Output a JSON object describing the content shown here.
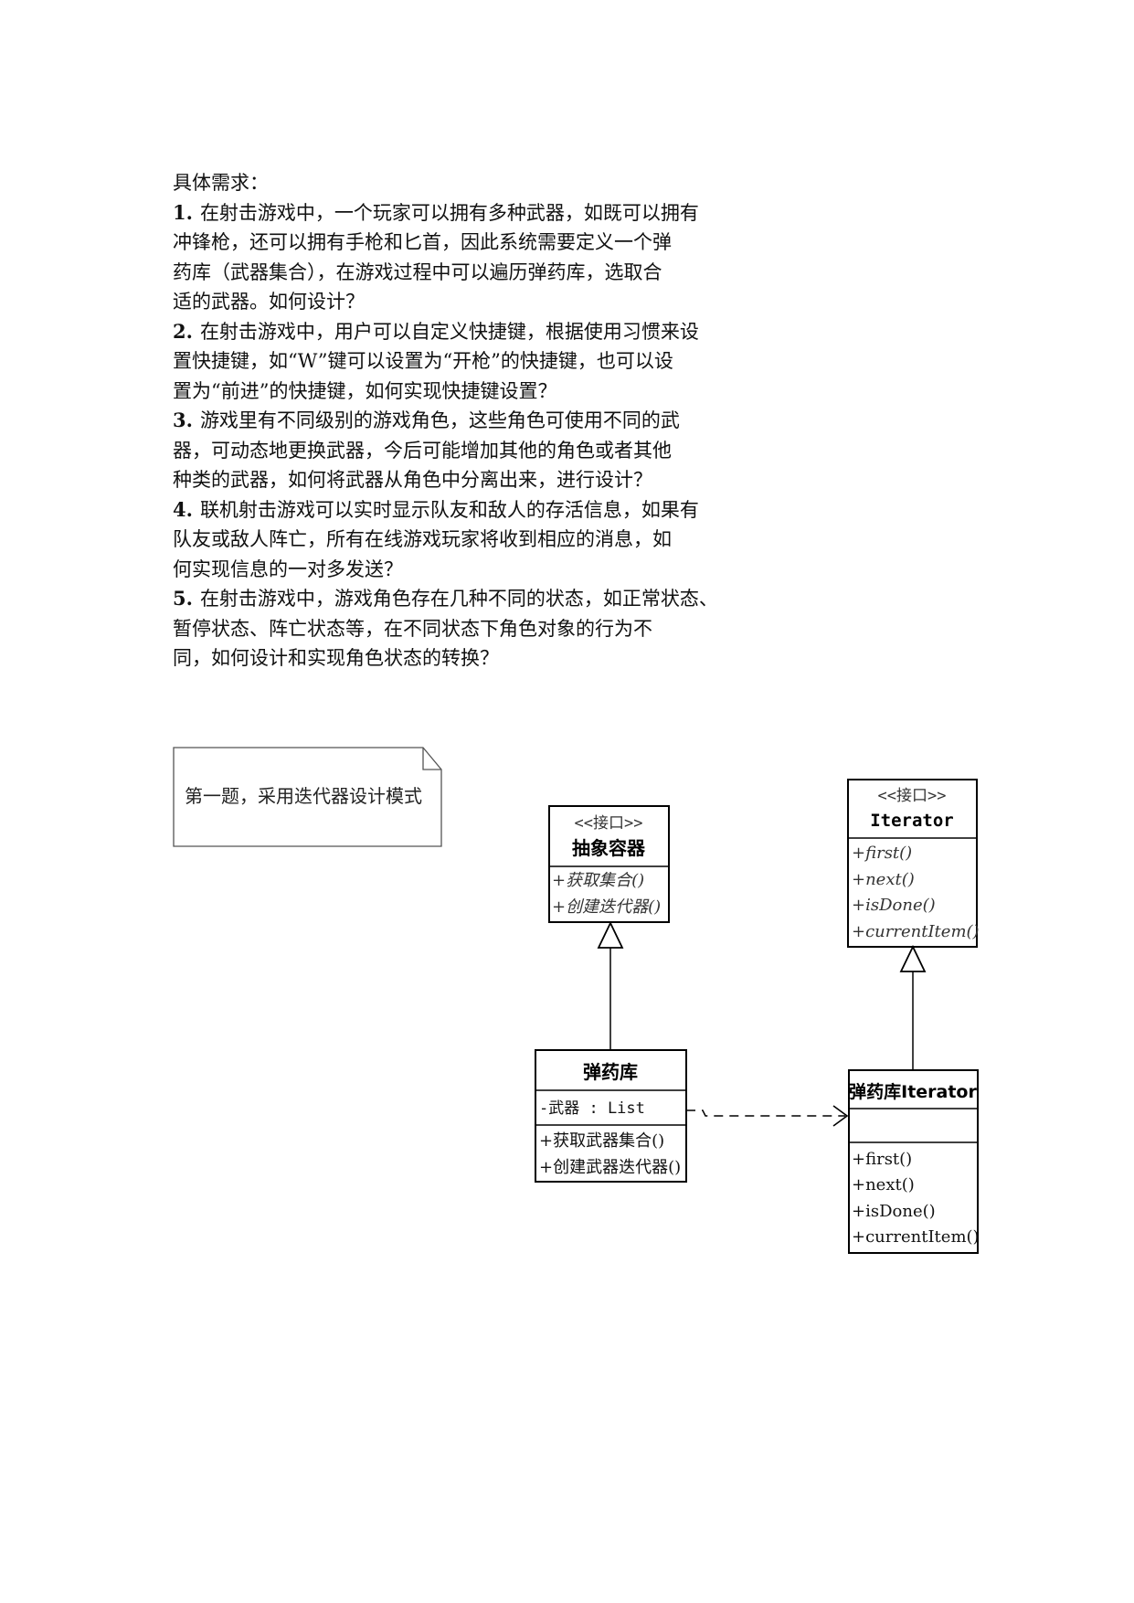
{
  "requirements": {
    "heading": "具体需求：",
    "items": [
      {
        "number": "1.",
        "lines": [
          "在射击游戏中，一个玩家可以拥有多种武器，如既可以拥有",
          "冲锋枪，还可以拥有手枪和匕首，因此系统需要定义一个弹",
          "药库（武器集合），在游戏过程中可以遍历弹药库，选取合",
          "适的武器。如何设计？"
        ]
      },
      {
        "number": "2.",
        "lines": [
          "在射击游戏中，用户可以自定义快捷键，根据使用习惯来设",
          "置快捷键，如“W”键可以设置为“开枪”的快捷键，也可以设",
          "置为“前进”的快捷键，如何实现快捷键设置？"
        ]
      },
      {
        "number": "3.",
        "lines": [
          "游戏里有不同级别的游戏角色，这些角色可使用不同的武",
          "器，可动态地更换武器，今后可能增加其他的角色或者其他",
          "种类的武器，如何将武器从角色中分离出来，进行设计？"
        ]
      },
      {
        "number": "4.",
        "lines": [
          "联机射击游戏可以实时显示队友和敌人的存活信息，如果有",
          "队友或敌人阵亡，所有在线游戏玩家将收到相应的消息，如",
          "何实现信息的一对多发送？"
        ]
      },
      {
        "number": "5.",
        "lines": [
          "在射击游戏中，游戏角色存在几种不同的状态，如正常状态、",
          "暂停状态、阵亡状态等，在不同状态下角色对象的行为不",
          "同，如何设计和实现角色状态的转换？"
        ]
      }
    ]
  },
  "diagram": {
    "note": "第一题，采用迭代器设计模式",
    "aggregate_interface": {
      "stereotype": "<<接口>>",
      "name": "抽象容器",
      "operations": [
        "+获取集合()",
        "+创建迭代器()"
      ]
    },
    "iterator_interface": {
      "stereotype": "<<接口>>",
      "name": "Iterator",
      "operations": [
        "+first()",
        "+next()",
        "+isDone()",
        "+currentItem()"
      ]
    },
    "concrete_aggregate": {
      "name": "弹药库",
      "attributes": [
        "-武器 : List"
      ],
      "operations": [
        "+获取武器集合()",
        "+创建武器迭代器()"
      ]
    },
    "concrete_iterator": {
      "name": "弹药库Iterator",
      "operations": [
        "+first()",
        "+next()",
        "+isDone()",
        "+currentItem()"
      ]
    }
  }
}
